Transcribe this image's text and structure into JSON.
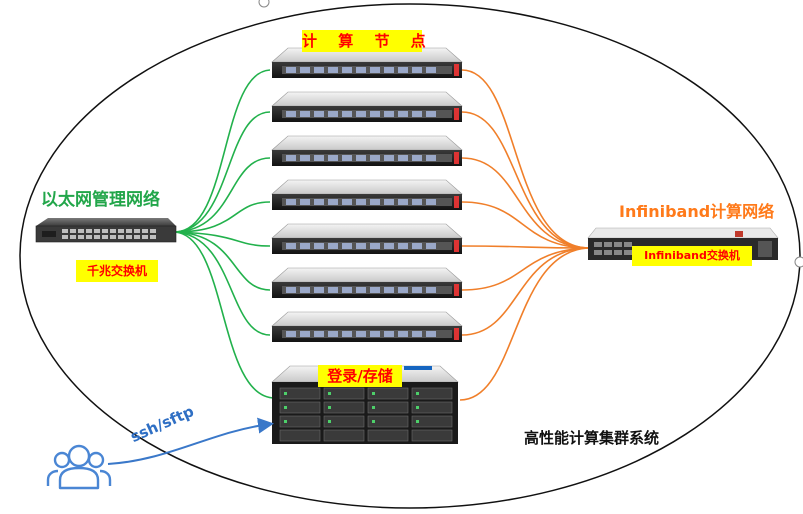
{
  "labels": {
    "compute_nodes": "计 算 节 点",
    "ethernet_network": "以太网管理网络",
    "gigabit_switch": "千兆交换机",
    "infiniband_network": "Infiniband计算网络",
    "infiniband_switch": "Infiniband交换机",
    "login_storage": "登录/存储",
    "cluster_system": "高性能计算集群系统",
    "protocol": "ssh/sftp"
  },
  "nodes": {
    "compute_count": 7
  },
  "icons": {
    "user": "user-group-icon",
    "ethernet_switch": "ethernet-switch-icon",
    "infiniband_switch": "infiniband-switch-icon",
    "server": "rack-server-icon",
    "storage": "storage-array-icon"
  },
  "colors": {
    "ethernet_link": "#22b14c",
    "infiniband_link": "#f07f2a",
    "ssh_arrow": "#3a78c9",
    "highlight": "#ffff00",
    "label_red": "#ff0000"
  }
}
